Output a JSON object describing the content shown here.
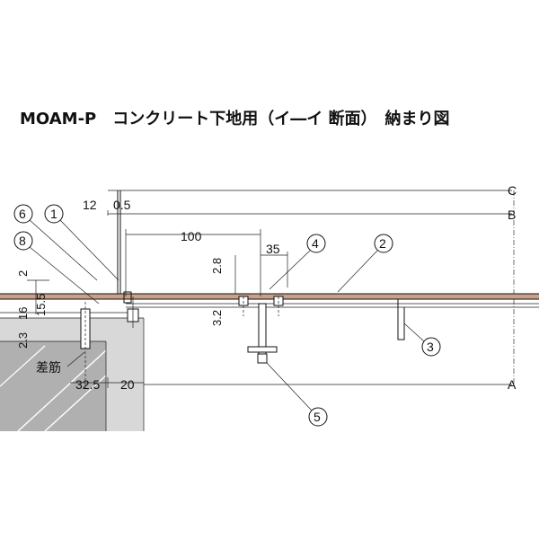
{
  "title": "MOAM-P　コンクリート下地用（イ―イ 断面）　納まり図",
  "colors": {
    "pipe": "#c9a08a",
    "concrete": "#bdbdbd",
    "hatch": "#ffffff"
  },
  "callouts": {
    "c1": "1",
    "c2": "2",
    "c3": "3",
    "c4": "4",
    "c5": "5",
    "c6": "6",
    "c8": "8"
  },
  "dimensions": {
    "d12": "12",
    "d05": "0.5",
    "d100": "100",
    "d35": "35",
    "d28": "2.8",
    "d32": "3.2",
    "d2": "2",
    "d16": "16",
    "d155": "15.5",
    "d23": "2.3",
    "d325": "32.5",
    "d20": "20"
  },
  "labels": {
    "rebar": "差筋",
    "lineA": "A",
    "lineB": "B",
    "lineC": "C"
  }
}
